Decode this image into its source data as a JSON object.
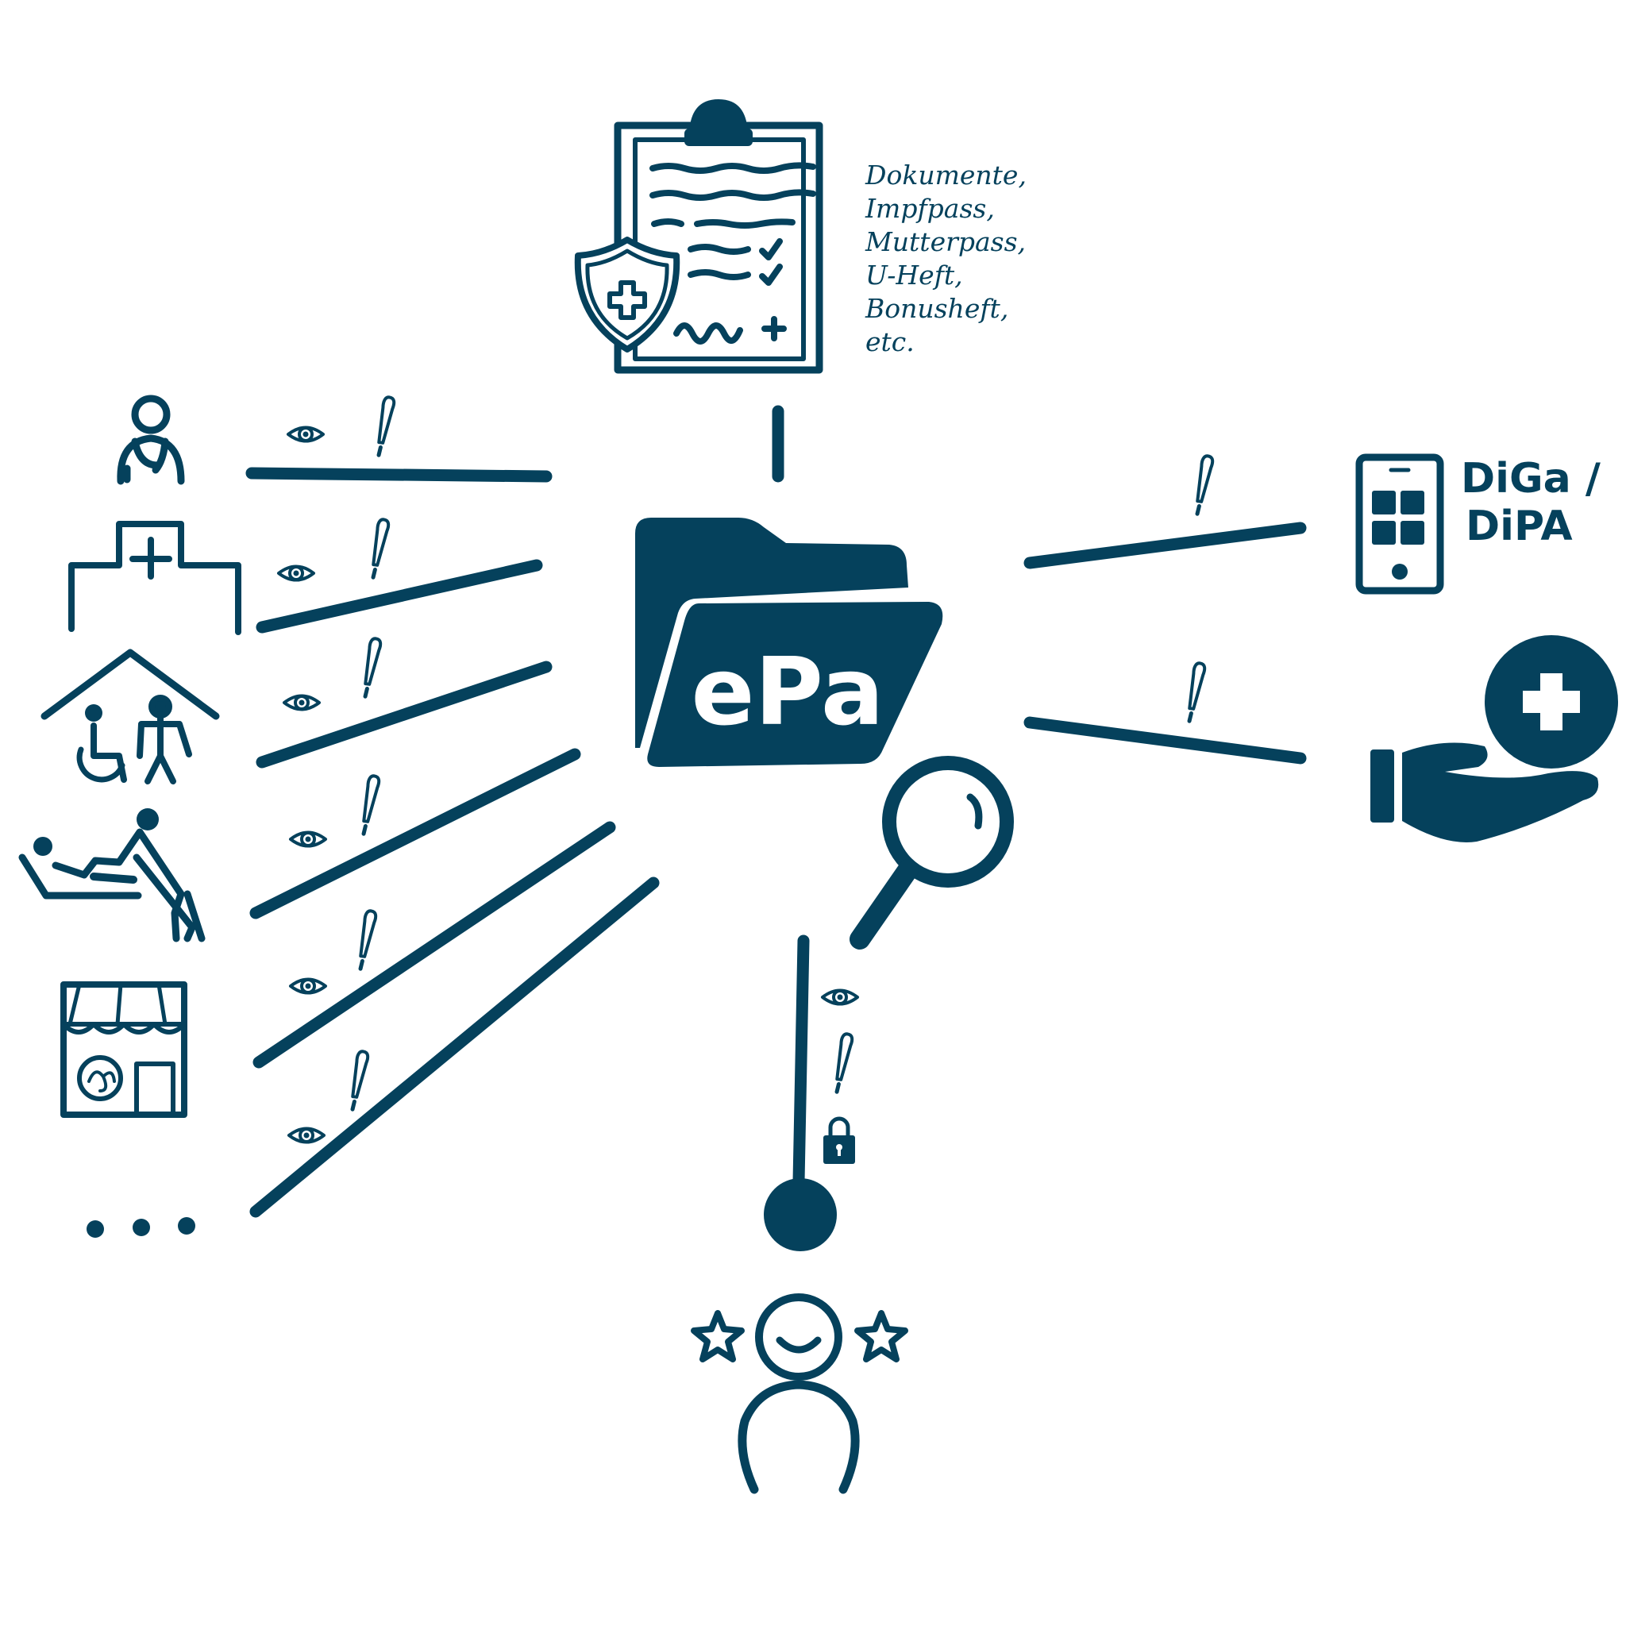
{
  "center": {
    "label": "ePa"
  },
  "documents_note": {
    "lines": [
      "Dokumente,",
      "Impfpass,",
      "Mutterpass,",
      "U-Heft,",
      "Bonusheft,",
      "etc."
    ]
  },
  "digital_apps": {
    "label_line1": "DiGa /",
    "label_line2": "DiPA"
  },
  "more_indicator": "...",
  "colors": {
    "ink": "#05415c",
    "background": "#ffffff"
  },
  "icons": {
    "left_actors": [
      "doctor-icon",
      "hospital-icon",
      "care-home-icon",
      "nursing-care-icon",
      "pharmacy-icon",
      "more-dots-icon"
    ],
    "right_actors": [
      "smartphone-app-icon",
      "insurance-hand-icon"
    ],
    "top": "clipboard-document-icon",
    "bottom": "happy-patient-icon",
    "access_marks": [
      "eye-icon",
      "pen-icon",
      "lock-icon",
      "magnifier-icon"
    ]
  }
}
